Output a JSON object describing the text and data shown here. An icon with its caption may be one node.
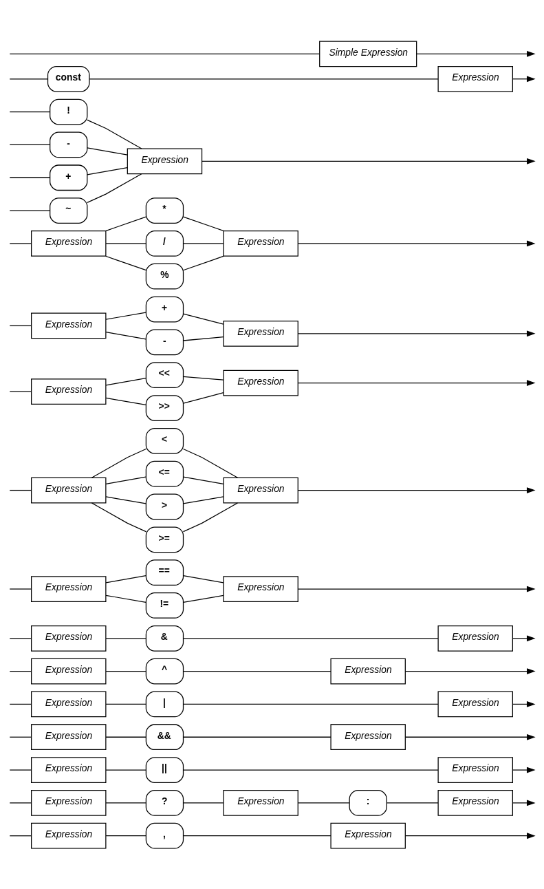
{
  "diagram": {
    "nodes": [
      {
        "text": [
          "Expression"
        ]
      },
      {
        "text": [
          ","
        ]
      },
      {
        "text": [
          "Expression"
        ]
      },
      {
        "text": [
          "Expression"
        ]
      },
      {
        "text": [
          "?"
        ]
      },
      {
        "text": [
          "Expression"
        ]
      },
      {
        "text": [
          ":"
        ]
      },
      {
        "text": [
          "Expression"
        ]
      },
      {
        "text": [
          "Expression"
        ]
      },
      {
        "text": [
          "||"
        ]
      },
      {
        "text": [
          "Expression"
        ]
      },
      {
        "text": [
          "Expression"
        ]
      },
      {
        "text": [
          "&&"
        ]
      },
      {
        "text": [
          "Expression"
        ]
      },
      {
        "text": [
          "Expression"
        ]
      },
      {
        "text": [
          "|"
        ]
      },
      {
        "text": [
          "Expression"
        ]
      },
      {
        "text": [
          "Expression"
        ]
      },
      {
        "text": [
          "^"
        ]
      },
      {
        "text": [
          "Expression"
        ]
      },
      {
        "text": [
          "Expression"
        ]
      },
      {
        "text": [
          "&"
        ]
      },
      {
        "text": [
          "Expression"
        ]
      },
      {
        "text": [
          "Expression"
        ]
      },
      {
        "text": [
          "=="
        ]
      },
      {
        "text": [
          "Expression"
        ]
      },
      {
        "text": [
          "!="
        ]
      },
      {
        "text": [
          "Expression"
        ]
      },
      {
        "text": [
          "<"
        ]
      },
      {
        "text": [
          "Expression"
        ]
      },
      {
        "text": [
          "<="
        ]
      },
      {
        "text": [
          ">"
        ]
      },
      {
        "text": [
          ">="
        ]
      },
      {
        "text": [
          "Expression"
        ]
      },
      {
        "text": [
          "<<"
        ]
      },
      {
        "text": [
          "Expression"
        ]
      },
      {
        "text": [
          ">>"
        ]
      },
      {
        "text": [
          "Expression"
        ]
      },
      {
        "text": [
          "+"
        ]
      },
      {
        "text": [
          "Expression"
        ]
      },
      {
        "text": [
          "-"
        ]
      },
      {
        "text": [
          "Expression"
        ]
      },
      {
        "text": [
          "*"
        ]
      },
      {
        "text": [
          "Expression"
        ]
      },
      {
        "text": [
          "/"
        ]
      },
      {
        "text": [
          "%"
        ]
      },
      {
        "text": [
          "!"
        ]
      },
      {
        "text": [
          "Expression"
        ]
      },
      {
        "text": [
          "-"
        ]
      },
      {
        "text": [
          "+"
        ]
      },
      {
        "text": [
          "~"
        ]
      },
      {
        "text": [
          "const"
        ]
      },
      {
        "text": [
          "Expression"
        ]
      },
      {
        "text": [
          "Simple Expression"
        ]
      }
    ],
    "edges": [
      {
        "from": null,
        "to": 0,
        "arrow": "none"
      },
      {
        "from": 0,
        "to": 1,
        "arrow": "none"
      },
      {
        "from": 1,
        "to": 2,
        "arrow": "none"
      },
      {
        "from": 2,
        "to": null,
        "arrow": "to"
      },
      {
        "from": null,
        "to": 3,
        "arrow": "none"
      },
      {
        "from": 3,
        "to": 4,
        "arrow": "none"
      },
      {
        "from": 4,
        "to": 5,
        "arrow": "none"
      },
      {
        "from": 5,
        "to": 6,
        "arrow": "none"
      },
      {
        "from": 6,
        "to": 7,
        "arrow": "none"
      },
      {
        "from": 7,
        "to": null,
        "arrow": "to"
      },
      {
        "from": null,
        "to": 8,
        "arrow": "none"
      },
      {
        "from": 8,
        "to": 9,
        "arrow": "none"
      },
      {
        "from": 9,
        "to": 10,
        "arrow": "none"
      },
      {
        "from": 10,
        "to": null,
        "arrow": "to"
      },
      {
        "from": null,
        "to": 11,
        "arrow": "none"
      },
      {
        "from": 11,
        "to": 12,
        "arrow": "none"
      },
      {
        "from": 12,
        "to": 13,
        "arrow": "none"
      },
      {
        "from": 13,
        "to": null,
        "arrow": "to"
      },
      {
        "from": null,
        "to": 14,
        "arrow": "none"
      },
      {
        "from": 14,
        "to": 15,
        "arrow": "none"
      },
      {
        "from": 15,
        "to": 16,
        "arrow": "none"
      },
      {
        "from": 16,
        "to": null,
        "arrow": "to"
      },
      {
        "from": null,
        "to": 17,
        "arrow": "none"
      },
      {
        "from": 17,
        "to": 18,
        "arrow": "none"
      },
      {
        "from": 18,
        "to": 19,
        "arrow": "none"
      },
      {
        "from": 19,
        "to": null,
        "arrow": "to"
      },
      {
        "from": null,
        "to": 20,
        "arrow": "none"
      },
      {
        "from": 20,
        "to": 21,
        "arrow": "none"
      },
      {
        "from": 21,
        "to": 22,
        "arrow": "none"
      },
      {
        "from": 22,
        "to": null,
        "arrow": "to"
      },
      {
        "from": null,
        "to": 23,
        "arrow": "none"
      },
      {
        "from": 23,
        "to": 24,
        "arrow": "none"
      },
      {
        "from": 23,
        "to": 26,
        "arrow": "none"
      },
      {
        "from": 24,
        "to": 25,
        "arrow": "none"
      },
      {
        "from": 26,
        "to": 25,
        "arrow": "none"
      },
      {
        "from": 25,
        "to": null,
        "arrow": "to"
      },
      {
        "from": null,
        "to": 27,
        "arrow": "none"
      },
      {
        "from": 27,
        "to": 28,
        "arrow": "none"
      },
      {
        "from": 27,
        "to": 30,
        "arrow": "none"
      },
      {
        "from": 27,
        "to": 31,
        "arrow": "none"
      },
      {
        "from": 27,
        "to": 32,
        "arrow": "none"
      },
      {
        "from": 28,
        "to": 29,
        "arrow": "none"
      },
      {
        "from": 30,
        "to": 29,
        "arrow": "none"
      },
      {
        "from": 31,
        "to": 29,
        "arrow": "none"
      },
      {
        "from": 32,
        "to": 29,
        "arrow": "none"
      },
      {
        "from": 29,
        "to": null,
        "arrow": "to"
      },
      {
        "from": null,
        "to": 33,
        "arrow": "none"
      },
      {
        "from": 33,
        "to": 34,
        "arrow": "none"
      },
      {
        "from": 33,
        "to": 36,
        "arrow": "none"
      },
      {
        "from": 34,
        "to": 35,
        "arrow": "none"
      },
      {
        "from": 36,
        "to": 35,
        "arrow": "none"
      },
      {
        "from": 35,
        "to": null,
        "arrow": "to"
      },
      {
        "from": null,
        "to": 37,
        "arrow": "none"
      },
      {
        "from": 37,
        "to": 38,
        "arrow": "none"
      },
      {
        "from": 37,
        "to": 40,
        "arrow": "none"
      },
      {
        "from": 38,
        "to": 39,
        "arrow": "none"
      },
      {
        "from": 40,
        "to": 39,
        "arrow": "none"
      },
      {
        "from": 39,
        "to": null,
        "arrow": "to"
      },
      {
        "from": null,
        "to": 41,
        "arrow": "none"
      },
      {
        "from": 41,
        "to": 42,
        "arrow": "none"
      },
      {
        "from": 41,
        "to": 44,
        "arrow": "none"
      },
      {
        "from": 41,
        "to": 45,
        "arrow": "none"
      },
      {
        "from": 42,
        "to": 43,
        "arrow": "none"
      },
      {
        "from": 44,
        "to": 43,
        "arrow": "none"
      },
      {
        "from": 45,
        "to": 43,
        "arrow": "none"
      },
      {
        "from": 43,
        "to": null,
        "arrow": "to"
      },
      {
        "from": null,
        "to": 46,
        "arrow": "none"
      },
      {
        "from": null,
        "to": 48,
        "arrow": "none"
      },
      {
        "from": null,
        "to": 49,
        "arrow": "none"
      },
      {
        "from": null,
        "to": 50,
        "arrow": "none"
      },
      {
        "from": 46,
        "to": 47,
        "arrow": "none"
      },
      {
        "from": 48,
        "to": 47,
        "arrow": "none"
      },
      {
        "from": 49,
        "to": 47,
        "arrow": "none"
      },
      {
        "from": 50,
        "to": 47,
        "arrow": "none"
      },
      {
        "from": 47,
        "to": null,
        "arrow": "to"
      },
      {
        "from": null,
        "to": 51,
        "arrow": "none"
      },
      {
        "from": 51,
        "to": 52,
        "arrow": "none"
      },
      {
        "from": 52,
        "to": null,
        "arrow": "to"
      },
      {
        "from": null,
        "to": 53,
        "arrow": "none"
      },
      {
        "from": 53,
        "to": null,
        "arrow": "to"
      }
    ]
  }
}
